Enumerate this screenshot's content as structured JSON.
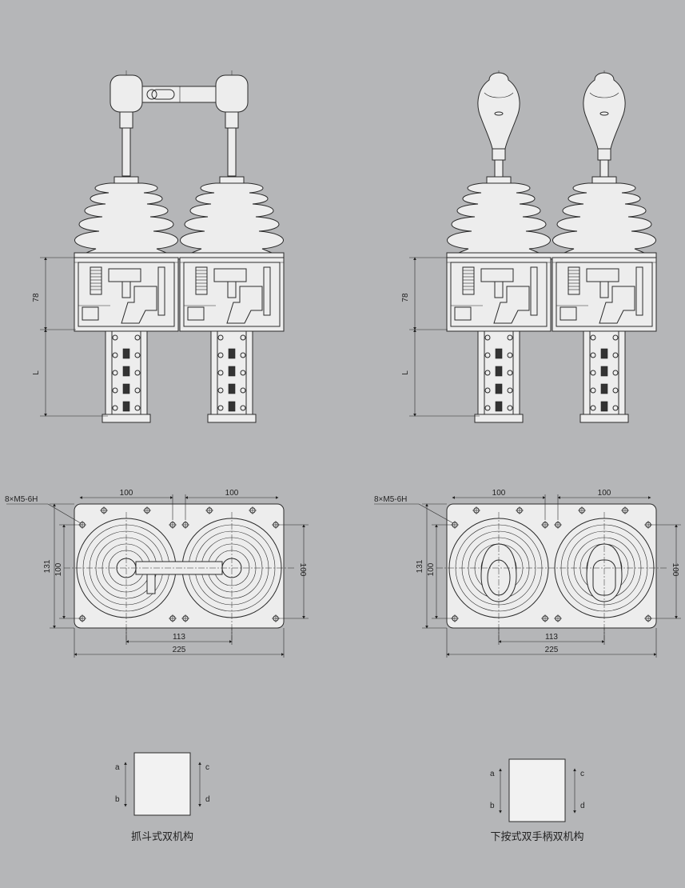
{
  "labels": {
    "dim_height_78": "78",
    "dim_length_L": "L",
    "screw_spec": "8×M5-6H",
    "dim_spacing_100": "100",
    "dim_height_131": "131",
    "dim_mount_113": "113",
    "dim_width_225": "225",
    "dir_a": "a",
    "dir_b": "b",
    "dir_c": "c",
    "dir_d": "d"
  },
  "captions": {
    "left": "抓斗式双机构",
    "right": "下按式双手柄双机构"
  }
}
